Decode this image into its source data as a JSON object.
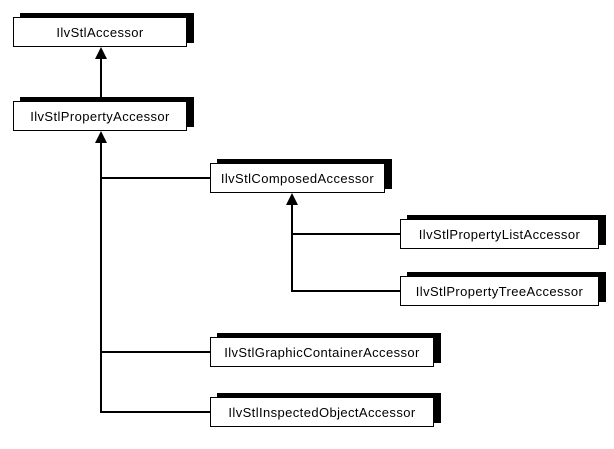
{
  "diagram": {
    "type": "class-inheritance-hierarchy",
    "background_color": "#ffffff",
    "box_fill_color": "#ffffff",
    "line_color": "#000000",
    "nodes": [
      {
        "id": "accessor",
        "label": "IlvStlAccessor",
        "parent": null
      },
      {
        "id": "property-accessor",
        "label": "IlvStlPropertyAccessor",
        "parent": "IlvStlAccessor"
      },
      {
        "id": "composed-accessor",
        "label": "IlvStlComposedAccessor",
        "parent": "IlvStlPropertyAccessor"
      },
      {
        "id": "property-list-accessor",
        "label": "IlvStlPropertyListAccessor",
        "parent": "IlvStlComposedAccessor"
      },
      {
        "id": "property-tree-accessor",
        "label": "IlvStlPropertyTreeAccessor",
        "parent": "IlvStlComposedAccessor"
      },
      {
        "id": "graphic-container-accessor",
        "label": "IlvStlGraphicContainerAccessor",
        "parent": "IlvStlPropertyAccessor"
      },
      {
        "id": "inspected-object-accessor",
        "label": "IlvStlInspectedObjectAccessor",
        "parent": "IlvStlPropertyAccessor"
      }
    ],
    "edges": [
      {
        "from": "IlvStlPropertyAccessor",
        "to": "IlvStlAccessor"
      },
      {
        "from": "IlvStlComposedAccessor",
        "to": "IlvStlPropertyAccessor"
      },
      {
        "from": "IlvStlPropertyListAccessor",
        "to": "IlvStlComposedAccessor"
      },
      {
        "from": "IlvStlPropertyTreeAccessor",
        "to": "IlvStlComposedAccessor"
      },
      {
        "from": "IlvStlGraphicContainerAccessor",
        "to": "IlvStlPropertyAccessor"
      },
      {
        "from": "IlvStlInspectedObjectAccessor",
        "to": "IlvStlPropertyAccessor"
      }
    ]
  }
}
